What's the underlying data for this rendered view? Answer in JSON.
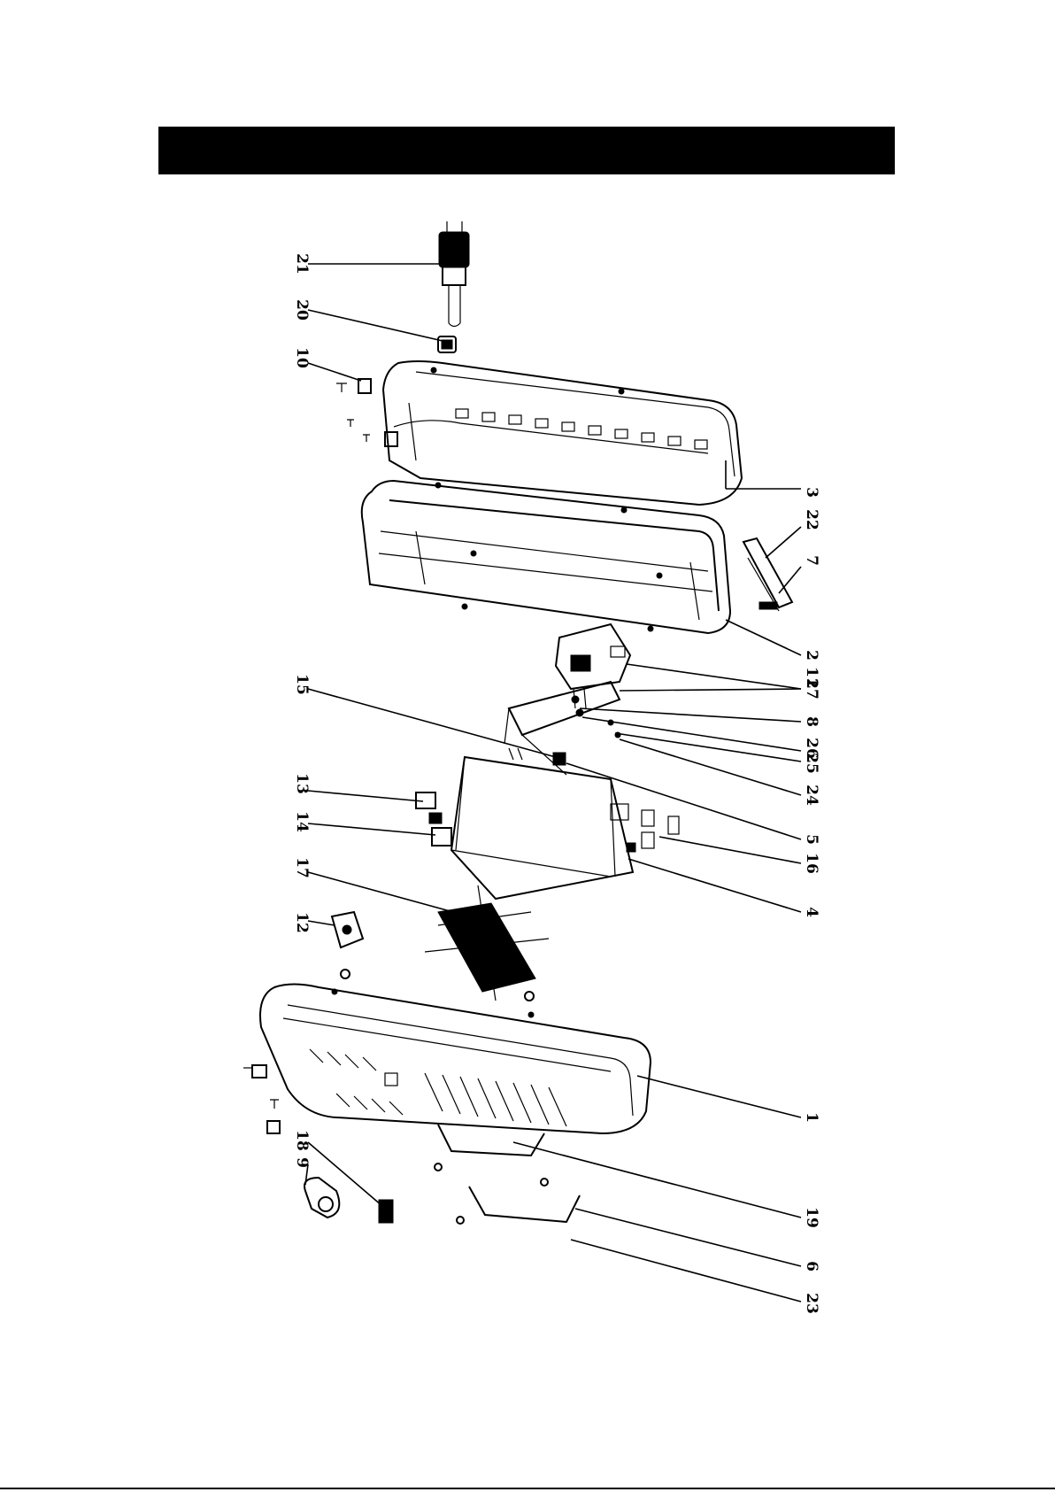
{
  "header": {
    "bar_color": "#000000"
  },
  "diagram": {
    "parts": [
      {
        "id": "p21",
        "number": "21"
      },
      {
        "id": "p20",
        "number": "20"
      },
      {
        "id": "p10",
        "number": "10"
      },
      {
        "id": "p15",
        "number": "15"
      },
      {
        "id": "p13",
        "number": "13"
      },
      {
        "id": "p14",
        "number": "14"
      },
      {
        "id": "p17",
        "number": "17"
      },
      {
        "id": "p12",
        "number": "12"
      },
      {
        "id": "p18",
        "number": "18"
      },
      {
        "id": "p9",
        "number": "9"
      },
      {
        "id": "p3",
        "number": "3"
      },
      {
        "id": "p22",
        "number": "22"
      },
      {
        "id": "p7",
        "number": "7"
      },
      {
        "id": "p2",
        "number": "2"
      },
      {
        "id": "p11",
        "number": "11"
      },
      {
        "id": "p27",
        "number": "27"
      },
      {
        "id": "p8",
        "number": "8"
      },
      {
        "id": "p26",
        "number": "26"
      },
      {
        "id": "p25",
        "number": "25"
      },
      {
        "id": "p24",
        "number": "24"
      },
      {
        "id": "p5",
        "number": "5"
      },
      {
        "id": "p16",
        "number": "16"
      },
      {
        "id": "p4",
        "number": "4"
      },
      {
        "id": "p1",
        "number": "1"
      },
      {
        "id": "p19",
        "number": "19"
      },
      {
        "id": "p6",
        "number": "6"
      },
      {
        "id": "p23",
        "number": "23"
      }
    ]
  }
}
